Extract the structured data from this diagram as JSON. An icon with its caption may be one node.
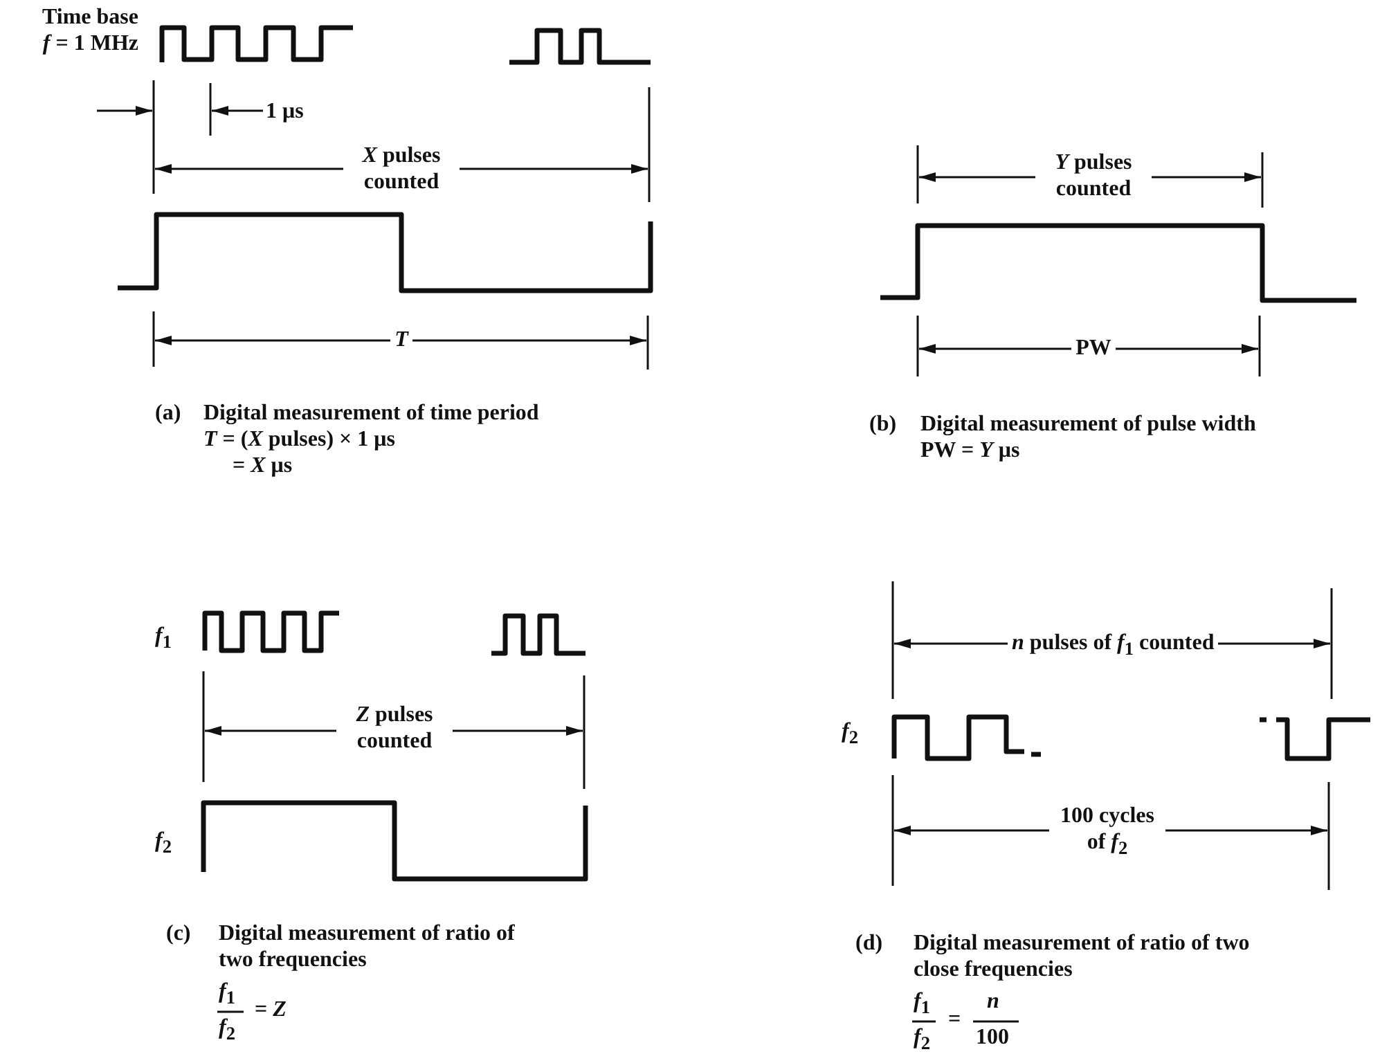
{
  "diagram": {
    "labels": [
      "Time base",
      "*f* = 1 MHz",
      "1 μs",
      "*X* pulses counted",
      "*T*",
      "(a)",
      "Digital measurement of time period",
      "*T* = (*X* pulses) × 1 μs",
      "= *X* μs",
      "*Y* pulses counted",
      "PW",
      "(b)",
      "Digital measurement of pulse width",
      "PW = *Y* μs",
      "*f*$_{1}$",
      "*Z* pulses counted",
      "*f*$_{2}$",
      "(c)",
      "Digital measurement of ratio of two frequencies",
      "*f*$_{1}$",
      "*f*$_{2}$",
      "= *Z*",
      "*n* pulses of *f*$_{1}$ counted",
      "*f*$_{2}$",
      "100 cycles of *f*$_{2}$",
      "(d)",
      "Digital measurement of ratio of two close frequencies",
      "*f*$_{1}$",
      "*f*$_{2}$",
      "=",
      "*n*",
      "100"
    ]
  }
}
